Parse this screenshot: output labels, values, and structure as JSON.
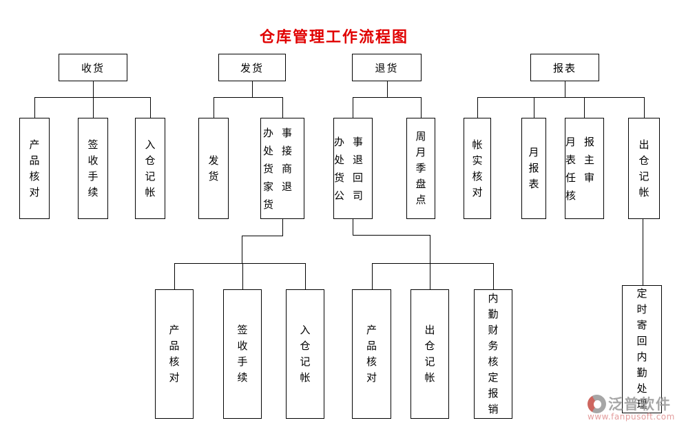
{
  "title": "仓库管理工作流程图",
  "colors": {
    "title": "#e00000",
    "line": "#000000",
    "box_background": "#ffffff",
    "watermark_text": "#9a9a9a",
    "watermark_url": "#e09090",
    "watermark_logo_red": "#c8524a"
  },
  "nodes": {
    "receiving": "收货",
    "receiving_product_check": "产品核对",
    "receiving_signoff": "签收手续",
    "receiving_entry_booking": "入仓　记帐",
    "shipping": "发货",
    "shipping_dispatch": "发　　货",
    "shipping_office_pickup_merchant_return": "办事处接货商家退货",
    "shipping_product_check": "产品核对",
    "shipping_signoff": "签收手续",
    "shipping_entry_booking": "入仓　记帐",
    "returns": "退货",
    "returns_office_return_company": "办事处退货回公司",
    "returns_stocktake": "周月季盘点",
    "returns_product_check": "产品核对",
    "returns_out_booking": "出仓　记帐",
    "returns_finance_approval": "内勤财务核定报销",
    "reports": "报表",
    "reports_account_check": "帐实核对",
    "reports_monthly": "月报表",
    "reports_director_review": "月报表主任审核",
    "reports_out_booking": "出仓　记帐",
    "reports_send_back": "定时寄回内勤处理"
  },
  "watermark": {
    "brand": "泛普软件",
    "url": "www.fanpusoft.com"
  }
}
